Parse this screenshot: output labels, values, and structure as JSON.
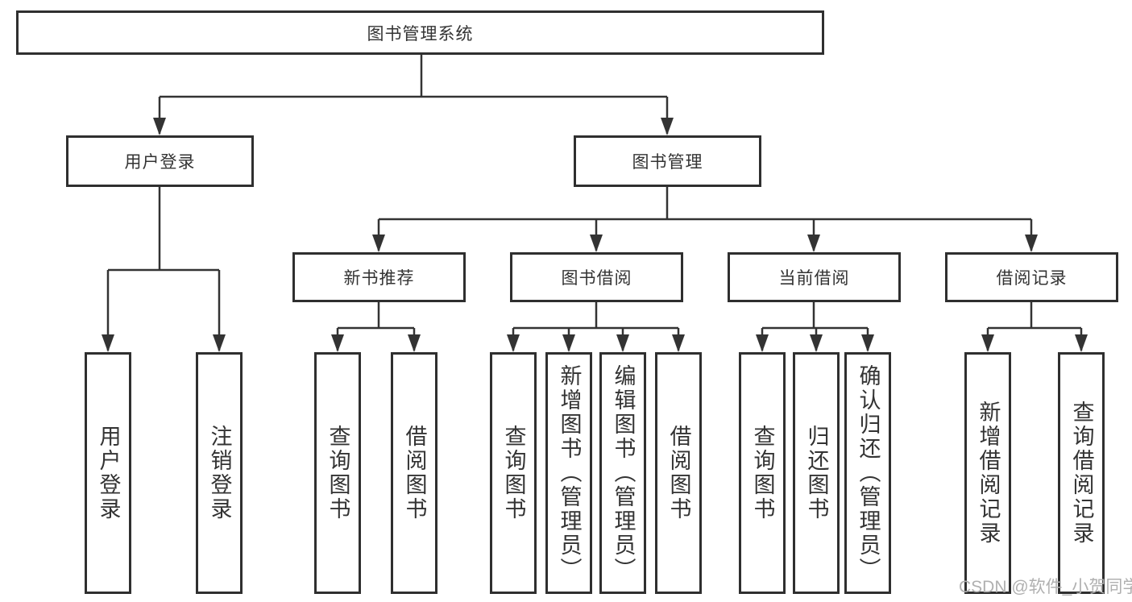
{
  "tree": {
    "root": {
      "label": "图书管理系统"
    },
    "branches": [
      {
        "label": "用户登录",
        "children": [
          {
            "label": "用户登录"
          },
          {
            "label": "注销登录"
          }
        ]
      },
      {
        "label": "图书管理",
        "children": [
          {
            "label": "新书推荐",
            "children": [
              {
                "label": "查询图书"
              },
              {
                "label": "借阅图书"
              }
            ]
          },
          {
            "label": "图书借阅",
            "children": [
              {
                "label": "查询图书"
              },
              {
                "label": "新增图书（管理员）"
              },
              {
                "label": "编辑图书（管理员）"
              },
              {
                "label": "借阅图书"
              }
            ]
          },
          {
            "label": "当前借阅",
            "children": [
              {
                "label": "查询图书"
              },
              {
                "label": "归还图书"
              },
              {
                "label": "确认归还（管理员）"
              }
            ]
          },
          {
            "label": "借阅记录",
            "children": [
              {
                "label": "新增借阅记录"
              },
              {
                "label": "查询借阅记录"
              }
            ]
          }
        ]
      }
    ]
  },
  "watermark": {
    "text": "CSDN @软件_小贺同学"
  },
  "colors": {
    "line": "#333333",
    "box_border": "#2f2f2f",
    "box_fill": "#ffffff",
    "text": "#333333",
    "watermark": "#b0b0b0",
    "background": "#ffffff"
  }
}
